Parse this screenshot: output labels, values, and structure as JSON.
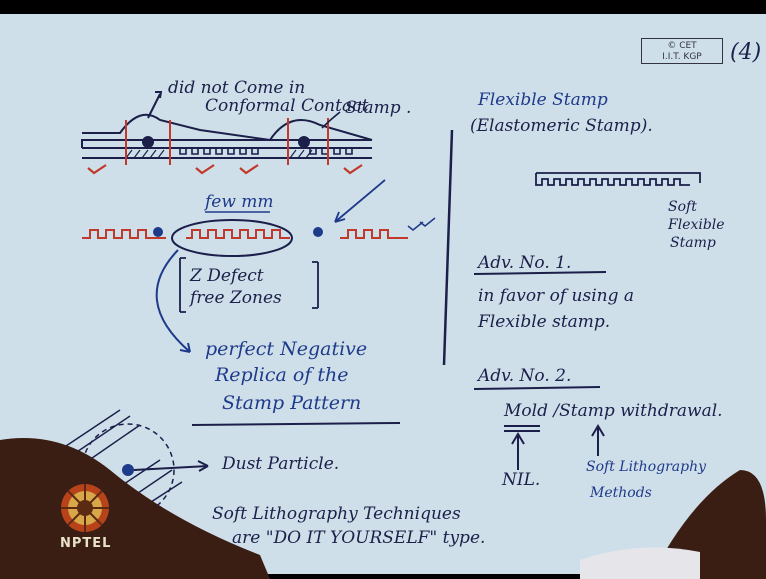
{
  "badge": {
    "line1": "© CET",
    "line2": "I.I.T. KGP"
  },
  "page_number": "(4)",
  "left": {
    "did_not_come": "did not Come in",
    "conformal_contact": "Conformal Contact",
    "stamp_label": "Stamp .",
    "few_mm": "few mm",
    "defect_free_1": "Z Defect",
    "defect_free_2": "free Zones",
    "perfect_1": "perfect Negative",
    "perfect_2": "Replica of the",
    "perfect_3": "Stamp Pattern",
    "dust_particle": "Dust Particle."
  },
  "right": {
    "flexible_stamp": "Flexible Stamp",
    "elastomeric_stamp": "(Elastomeric Stamp).",
    "soft_1": "Soft",
    "soft_2": "Flexible",
    "soft_3": "Stamp",
    "adv1_title": "Adv. No. 1.",
    "adv1_line1": "in favor of using a",
    "adv1_line2": "Flexible stamp.",
    "adv2_title": "Adv. No. 2.",
    "adv2_line": "Mold /Stamp withdrawal.",
    "nil": "NIL.",
    "soft_litho_1": "Soft Lithography",
    "soft_litho_2": "Methods"
  },
  "bottom": {
    "line1": "Soft Lithography Techniques",
    "line2": "are  \"DO IT YOURSELF\" type."
  },
  "logo": {
    "name": "nptel-logo",
    "text": "NPTEL"
  },
  "colors": {
    "ink": "#1b1f4a",
    "red": "#c0392b",
    "paper": "#cfdfe9"
  }
}
